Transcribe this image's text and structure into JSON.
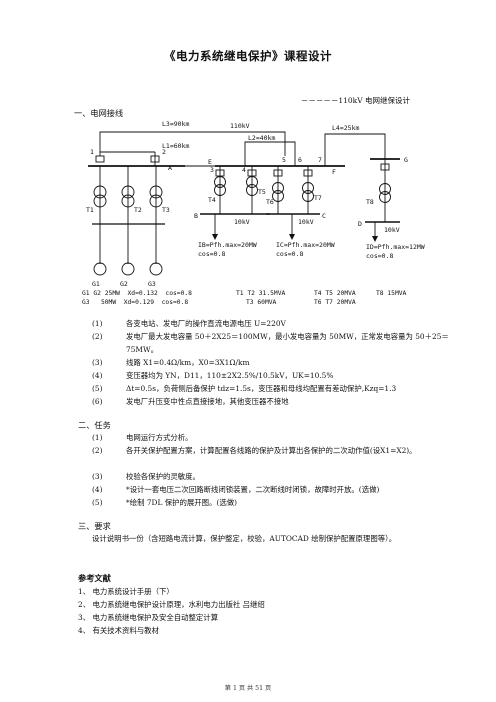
{
  "header": {
    "title": "《电力系统继电保护》课程设计",
    "subtitle": "－－－－－110kV 电网继保设计"
  },
  "sections": {
    "wiring": "一、电网接线",
    "tasks": "二、任务",
    "requirements": "三、要求",
    "references": "参考文献"
  },
  "diagram": {
    "lines": [
      "L3=90km",
      "L1=60km",
      "110kV",
      "L2=40km",
      "L4=25km"
    ],
    "nodes": [
      "A",
      "B",
      "C",
      "D",
      "E",
      "F",
      "G"
    ],
    "breakers": [
      "1",
      "2",
      "3",
      "4",
      "5",
      "6",
      "7"
    ],
    "transformers": [
      "T1",
      "T2",
      "T3",
      "T4",
      "T5",
      "T6",
      "T7",
      "T8"
    ],
    "generators": [
      "G1",
      "G2",
      "G3"
    ],
    "bus_labels": [
      "10kV",
      "10kV",
      "10kV"
    ],
    "loads": [
      {
        "p": "IB=Pfh.max=20MW",
        "cos": "cos=0.8"
      },
      {
        "p": "IC=Pfh.max=20MW",
        "cos": "cos=0.8"
      },
      {
        "p": "ID=Pfh.max=12MW",
        "cos": "cos=0.8"
      }
    ]
  },
  "specs": {
    "gen_line1": "G1 G2 25MW  Xd=0.132  cos=0.8",
    "gen_line2": "G3   50MW  Xd=0.129  cos=0.8",
    "tr_line1": "T1 T2 31.5MVA",
    "tr_line2": "T3 60MVA",
    "tr_line3": "T4 T5 20MVA",
    "tr_line4": "T6 T7 20MVA",
    "tr_line5": "T8 15MVA"
  },
  "params": [
    {
      "num": "(1)",
      "text": "各变电站、发电厂的操作直流电源电压 U=220V"
    },
    {
      "num": "(2)",
      "text": "发电厂最大发电容量 50＋2X25＝100MW，最小发电容量为 50MW，正常发电容量为 50＋25＝75MW。"
    },
    {
      "num": "(3)",
      "text": "线路 X1=0.4Ω/km，X0=3X1Ω/km"
    },
    {
      "num": "(4)",
      "text": "变压器均为 YN，D11，110±2X2.5%/10.5kV，UK=10.5%"
    },
    {
      "num": "(5)",
      "text": "Δt=0.5s，负荷侧后备保护 tdz=1.5s，变压器和母线均配置有差动保护,Kzq=1.3"
    },
    {
      "num": "(6)",
      "text": "发电厂升压变中性点直接接地，其他变压器不接地"
    }
  ],
  "tasks": [
    {
      "num": "(1)",
      "text": "电网运行方式分析。"
    },
    {
      "num": "(2)",
      "text": "各开关保护配置方案，计算配置各线路的保护及计算出各保护的二次动作值(设X1=X2)。"
    },
    {
      "num": "(3)",
      "text": "校验各保护的灵敏度。"
    },
    {
      "num": "(4)",
      "text": "*设计一套电压二次回路断线闭锁装置，二次断线时闭锁，故障时开放。(选做)"
    },
    {
      "num": "(5)",
      "text": "*绘制 7DL 保护的展开图。(选做)"
    }
  ],
  "requirement_text": "设计说明书一份（含短路电流计算，保护整定，校验，AUTOCAD 绘制保护配置原理图等）。",
  "references": [
    "1、 电力系统设计手册（下）",
    "2、 电力系统继电保护设计原理，水利电力出版社 吕继绍",
    "3、 电力系统继电保护及安全自动整定计算",
    "4、 有关技术资料与教材"
  ],
  "footer": "第 1 页 共 51 页"
}
